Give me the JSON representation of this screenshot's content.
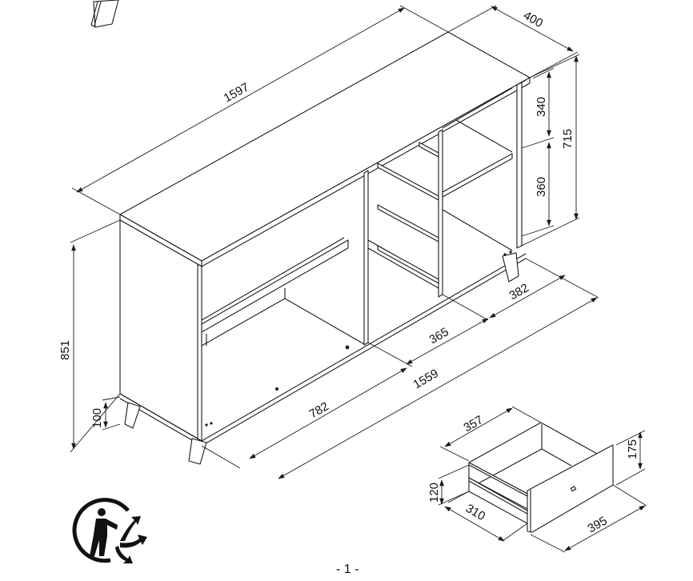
{
  "document": {
    "page_number": "- 1 -",
    "icons": {
      "recycle": "triman-recycling-logo",
      "foot": "cabinet-foot"
    }
  },
  "sideboard": {
    "dimensions": {
      "total_width": "1597",
      "depth": "400",
      "right_upper_compartment": "340",
      "right_lower_compartment": "360",
      "right_section_height": "715",
      "total_height": "851",
      "leg_height": "100",
      "left_section_width": "782",
      "middle_section_width": "365",
      "right_section_width": "382",
      "inner_width": "1559"
    }
  },
  "drawer": {
    "dimensions": {
      "inner_length": "357",
      "front_height": "175",
      "side_height": "120",
      "inner_width": "310",
      "front_width": "395"
    }
  }
}
